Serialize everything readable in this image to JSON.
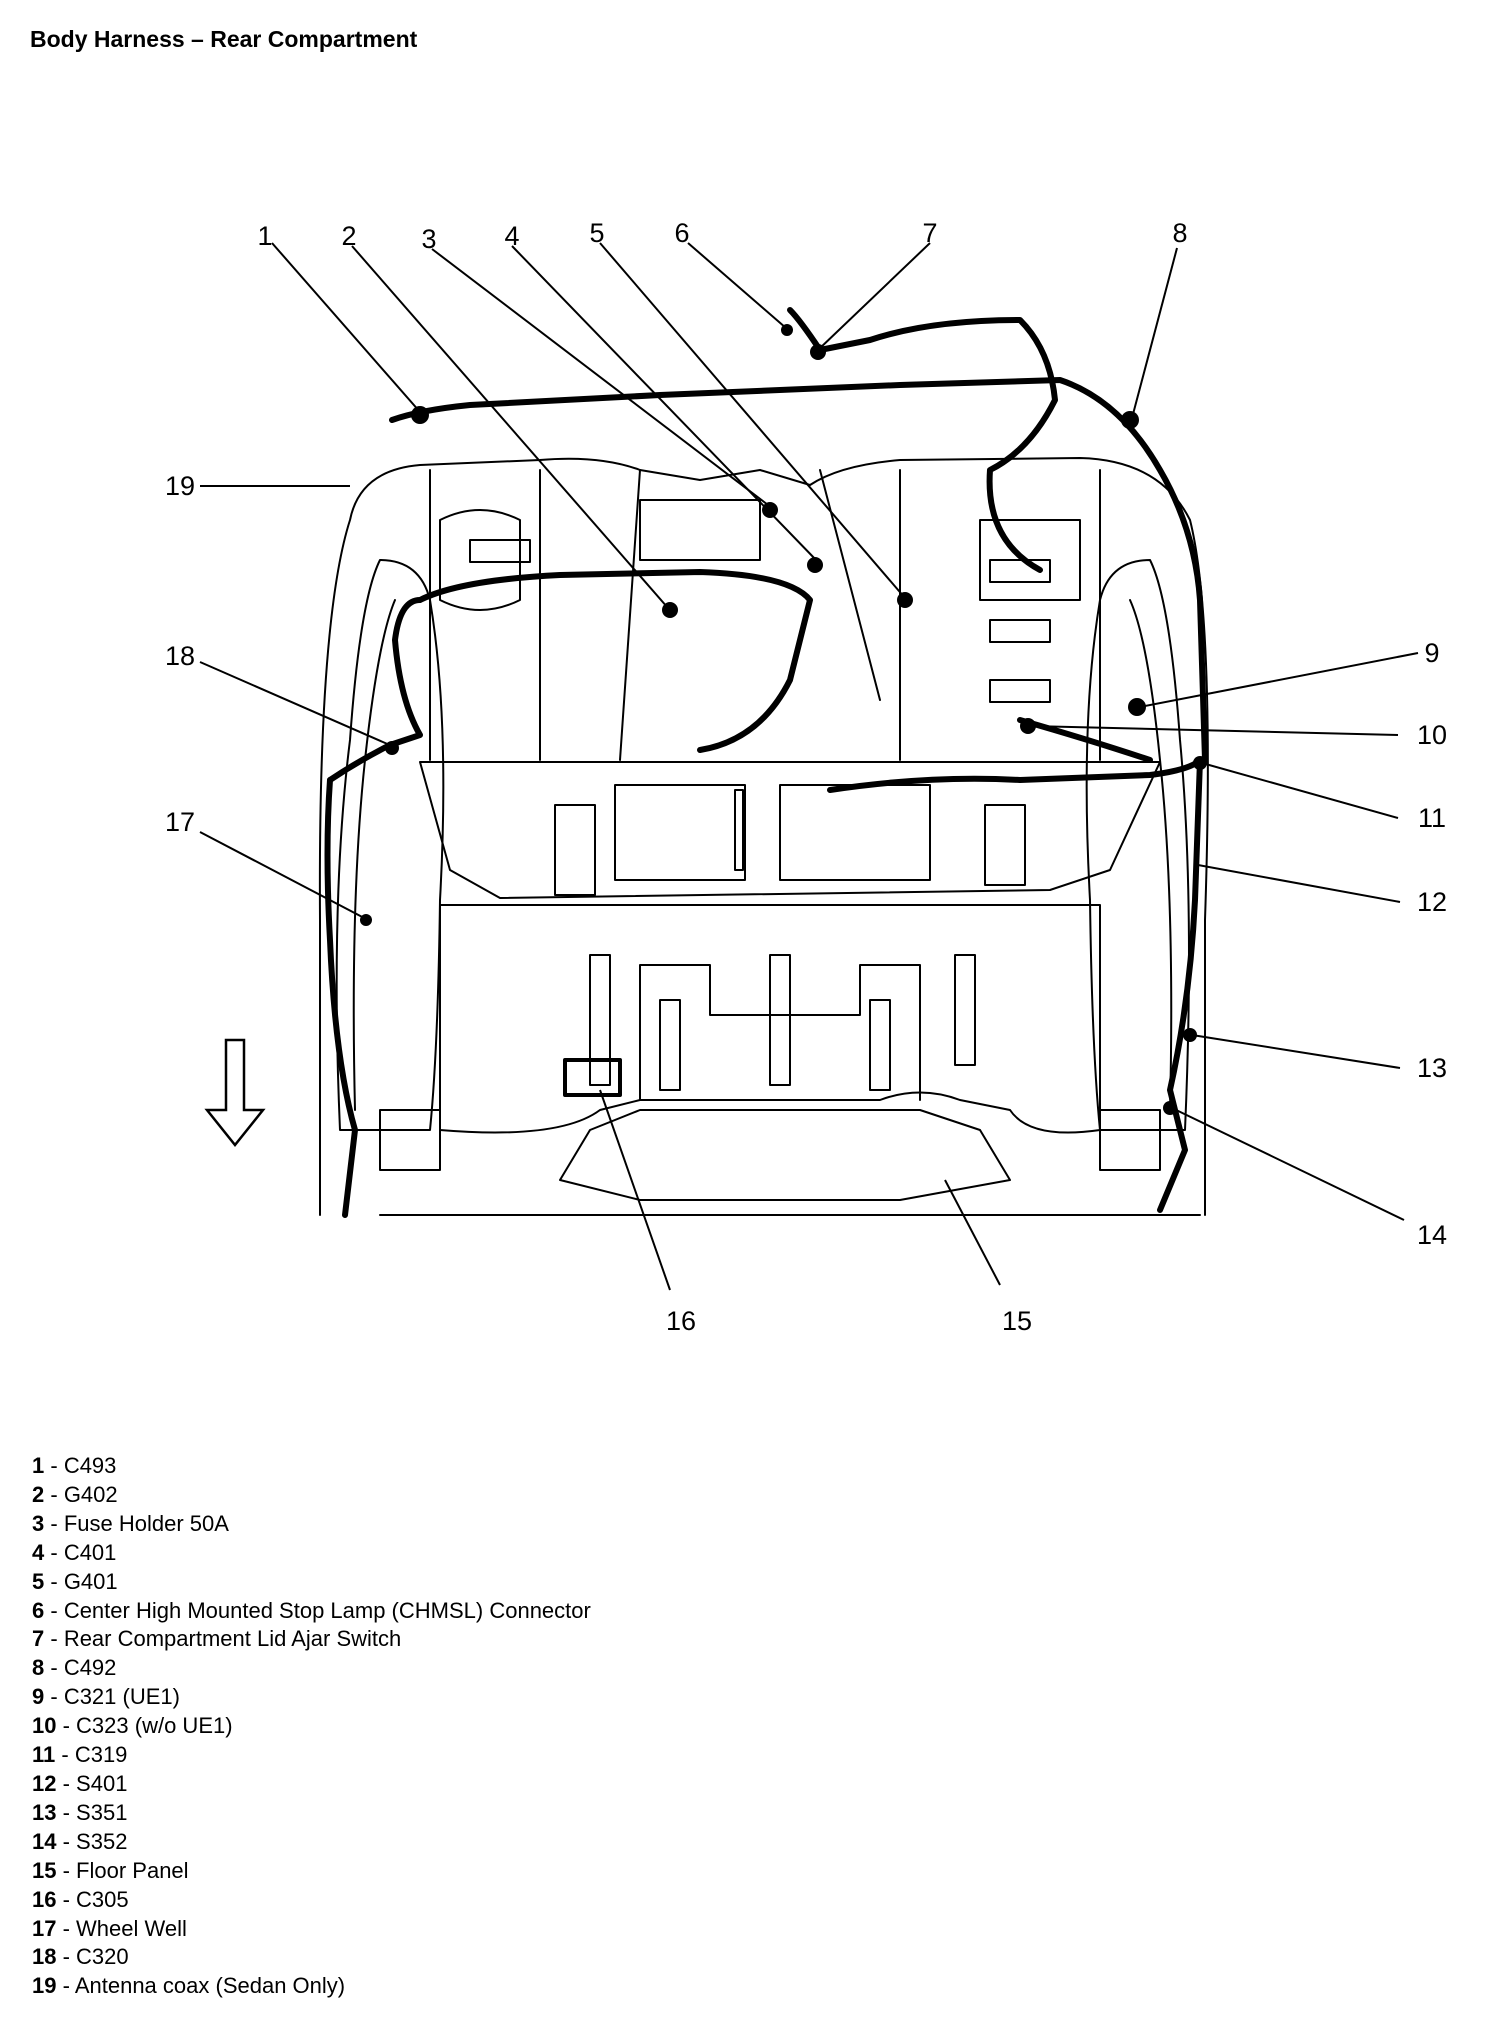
{
  "title": "Body Harness – Rear Compartment",
  "callouts": [
    {
      "num": "1",
      "label": "C493"
    },
    {
      "num": "2",
      "label": "G402"
    },
    {
      "num": "3",
      "label": "Fuse Holder 50A"
    },
    {
      "num": "4",
      "label": "C401"
    },
    {
      "num": "5",
      "label": "G401"
    },
    {
      "num": "6",
      "label": "Center High Mounted Stop Lamp (CHMSL) Connector"
    },
    {
      "num": "7",
      "label": "Rear Compartment Lid Ajar Switch"
    },
    {
      "num": "8",
      "label": "C492"
    },
    {
      "num": "9",
      "label": "C321 (UE1)"
    },
    {
      "num": "10",
      "label": "C323 (w/o UE1)"
    },
    {
      "num": "11",
      "label": "C319"
    },
    {
      "num": "12",
      "label": "S401"
    },
    {
      "num": "13",
      "label": "S351"
    },
    {
      "num": "14",
      "label": "S352"
    },
    {
      "num": "15",
      "label": "Floor Panel"
    },
    {
      "num": "16",
      "label": "C305"
    },
    {
      "num": "17",
      "label": "Wheel Well"
    },
    {
      "num": "18",
      "label": "C320"
    },
    {
      "num": "19",
      "label": "Antenna coax (Sedan Only)"
    }
  ],
  "colors": {
    "line": "#000000",
    "background": "#ffffff"
  }
}
